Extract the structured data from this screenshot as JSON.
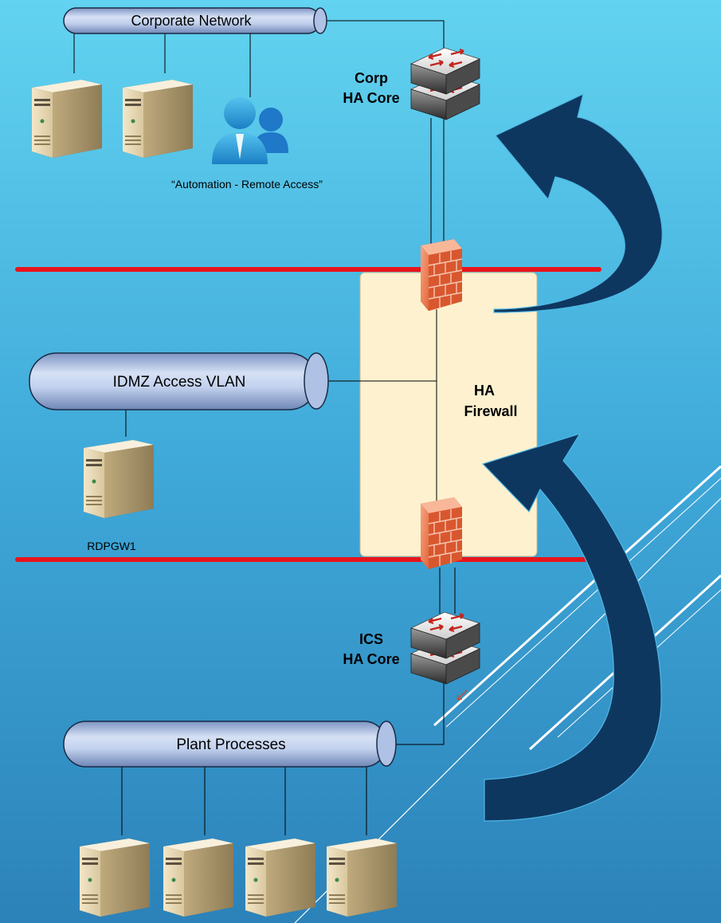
{
  "colors": {
    "bg_top": "#5FD0EE",
    "bg_bottom": "#2F88BE",
    "zone_line": "#E8141B",
    "firewall_zone": "#FDF1CF",
    "arrow": "#0E3760",
    "pipe_light": "#C9D7F0",
    "pipe_dark": "#7F96C4"
  },
  "corporate": {
    "pipe_label": "Corporate Network",
    "remote_access_label": "“Automation - Remote Access”"
  },
  "corp_core": {
    "line1": "Corp",
    "line2": "HA Core"
  },
  "idmz": {
    "pipe_label": "IDMZ Access VLAN",
    "server_label": "RDPGW1"
  },
  "firewall": {
    "line1": "HA",
    "line2": "Firewall"
  },
  "ics_core": {
    "line1": "ICS",
    "line2": "HA Core"
  },
  "plant": {
    "pipe_label": "Plant Processes"
  },
  "icons": {
    "server": "server-icon",
    "users": "users-icon",
    "switch": "switch-icon",
    "firewall": "firewall-icon",
    "arrow": "curved-arrow-icon"
  }
}
